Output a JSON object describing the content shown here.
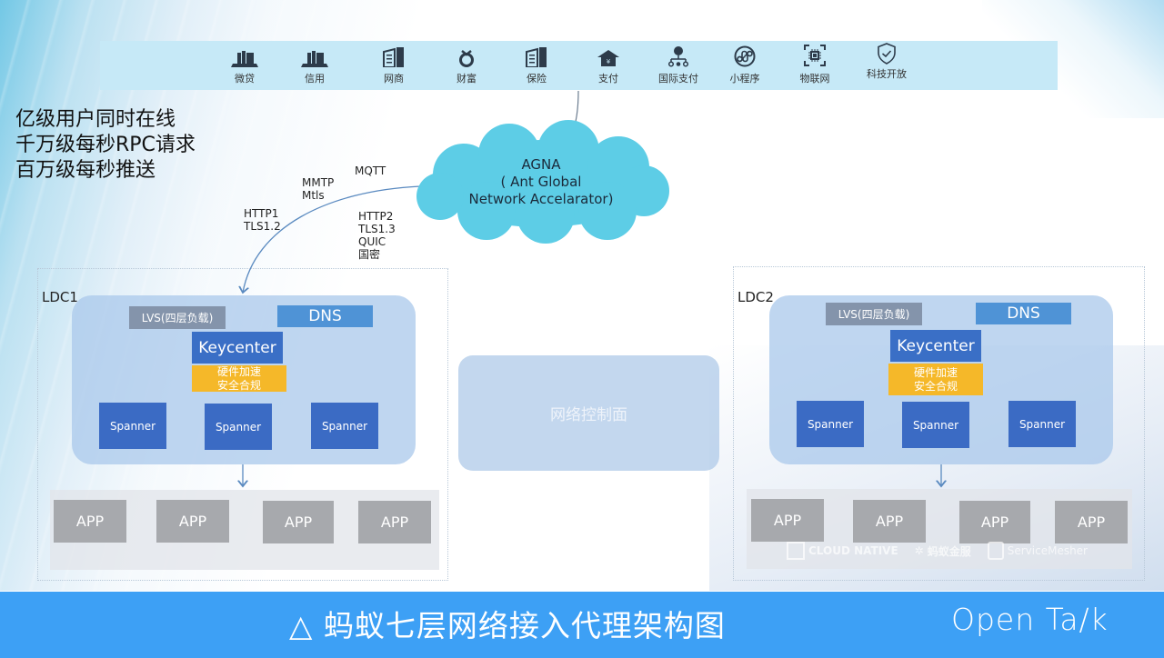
{
  "top_bar": {
    "items": [
      {
        "label": "微贷",
        "icon": "bookshelf-icon"
      },
      {
        "label": "信用",
        "icon": "bookshelf-icon"
      },
      {
        "label": "网商",
        "icon": "building-icon"
      },
      {
        "label": "财富",
        "icon": "pouch-icon"
      },
      {
        "label": "保险",
        "icon": "building-icon"
      },
      {
        "label": "支付",
        "icon": "house-icon"
      },
      {
        "label": "国际支付",
        "icon": "globe-network-icon"
      },
      {
        "label": "小程序",
        "icon": "mini-program-icon"
      },
      {
        "label": "物联网",
        "icon": "chip-icon"
      },
      {
        "label": "科技开放",
        "icon": "shield-check-icon"
      }
    ]
  },
  "stats": [
    "亿级用户同时在线",
    "千万级每秒RPC请求",
    "百万级每秒推送"
  ],
  "protocols": {
    "left": [
      "HTTP1",
      "TLS1.2"
    ],
    "middle": [
      "MMTP",
      "Mtls"
    ],
    "mqtt": [
      "MQTT"
    ],
    "right": [
      "HTTP2",
      "TLS1.3",
      "QUIC",
      "国密"
    ]
  },
  "cloud": {
    "lines": [
      "AGNA",
      "( Ant Global",
      "Network Accelarator)"
    ]
  },
  "ldc1": {
    "label": "LDC1",
    "lvs": "LVS(四层负载)",
    "dns": "DNS",
    "keycenter": "Keycenter",
    "hw": [
      "硬件加速",
      "安全合规"
    ],
    "spanners": [
      "Spanner",
      "Spanner",
      "Spanner"
    ],
    "apps": [
      "APP",
      "APP",
      "APP",
      "APP"
    ]
  },
  "ldc2": {
    "label": "LDC2",
    "lvs": "LVS(四层负载)",
    "dns": "DNS",
    "keycenter": "Keycenter",
    "hw": [
      "硬件加速",
      "安全合规"
    ],
    "spanners": [
      "Spanner",
      "Spanner",
      "Spanner"
    ],
    "apps": [
      "APP",
      "APP",
      "APP",
      "APP"
    ]
  },
  "control_plane": "网络控制面",
  "watermark_logos": [
    "CLOUD NATIVE",
    "蚂蚁金服",
    "ServiceMesher"
  ],
  "footer": {
    "icon": "triangle-icon",
    "title": "△  蚂蚁七层网络接入代理架构图",
    "brand": "Open Ta/k"
  },
  "colors": {
    "footer": "#3da0f5",
    "top_bar": "#c6e9f7",
    "cloud": "#5dcde6",
    "keycenter": "#3a6fc6",
    "hw": "#f5b829",
    "app": "#a7a9ad"
  }
}
